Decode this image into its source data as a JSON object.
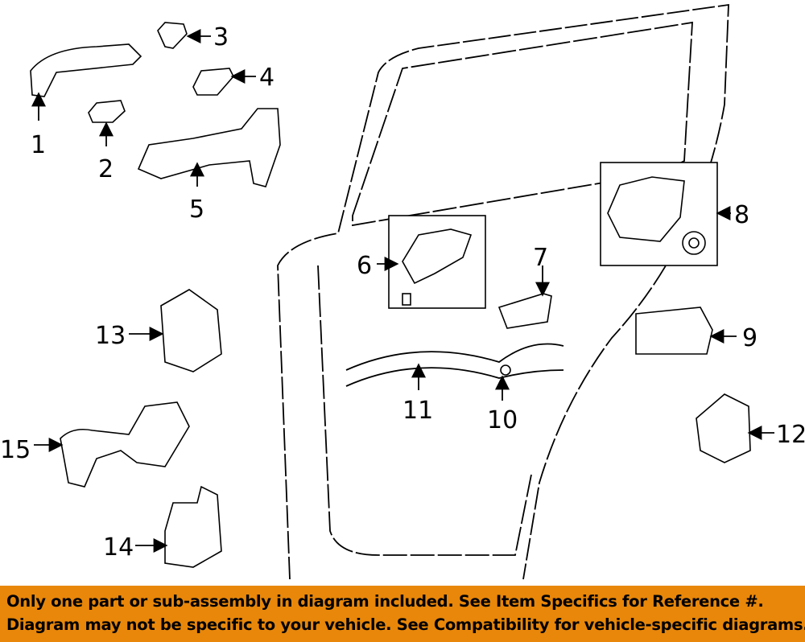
{
  "callouts": [
    "1",
    "2",
    "3",
    "4",
    "5",
    "6",
    "7",
    "8",
    "9",
    "10",
    "11",
    "12",
    "13",
    "14",
    "15"
  ],
  "banner": {
    "line1": "Only one part or sub-assembly in diagram included. See Item Specifics for Reference #.",
    "line2": "Diagram may not be specific to your vehicle. See Compatibility for vehicle-specific diagrams."
  },
  "colors": {
    "banner": "#e8870a"
  }
}
